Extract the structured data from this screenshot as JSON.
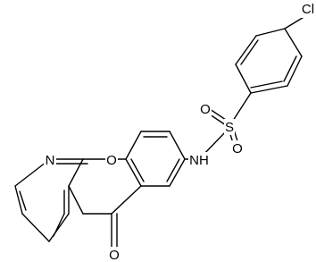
{
  "atoms": {
    "cl": "Cl",
    "s": "S",
    "o_s_top": "O",
    "o_s_bottom": "O",
    "nh": "NH",
    "o_ring": "O",
    "n_ring": "N",
    "o_carbonyl": "O"
  },
  "colors": {
    "bond": "#000000",
    "text": "#000000",
    "background": "#ffffff"
  }
}
